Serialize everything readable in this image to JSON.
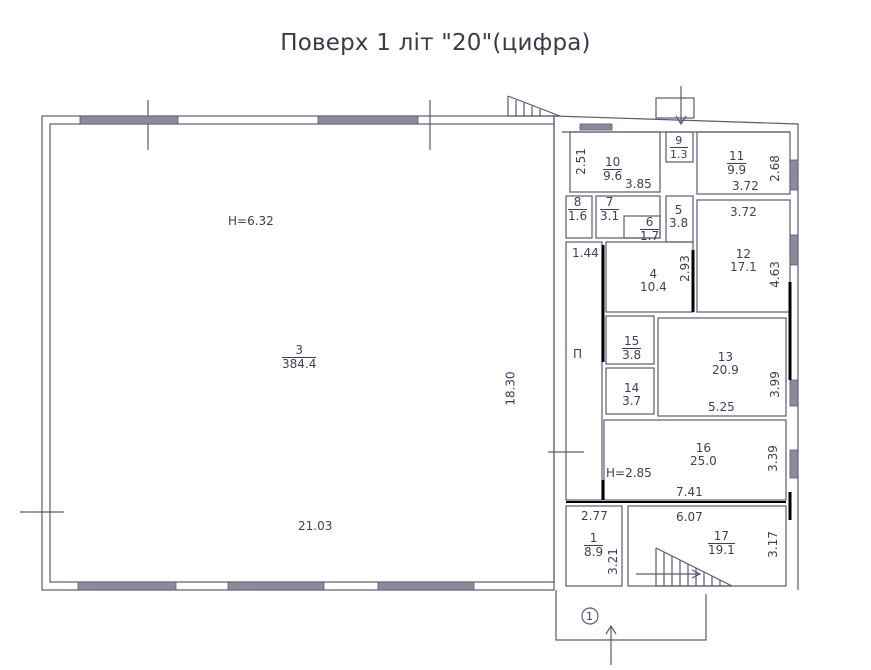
{
  "title": "Поверх 1 літ \"20\"(цифра)",
  "colors": {
    "line": "#5a5a7a",
    "bold_wall": "#000000",
    "text": "#3e3e5a",
    "window": "#6e6e80"
  },
  "main_hall": {
    "number": "3",
    "area": "384.4",
    "height": "Н=6.32",
    "width": "21.03",
    "length": "18.30"
  },
  "rooms": [
    {
      "number": "1",
      "area": "8.9",
      "dims": [
        "2.77",
        "3.21"
      ]
    },
    {
      "number": "4",
      "area": "10.4",
      "dims": [
        "2.93"
      ]
    },
    {
      "number": "5",
      "area": "3.8",
      "dims": []
    },
    {
      "number": "6",
      "area": "1.7",
      "dims": []
    },
    {
      "number": "7",
      "area": "3.1",
      "dims": []
    },
    {
      "number": "8",
      "area": "1.6",
      "dims": []
    },
    {
      "number": "9",
      "area": "1.3",
      "dims": []
    },
    {
      "number": "10",
      "area": "9.6",
      "dims": [
        "2.51",
        "3.85"
      ]
    },
    {
      "number": "11",
      "area": "9.9",
      "dims": [
        "3.72",
        "2.68"
      ]
    },
    {
      "number": "12",
      "area": "17.1",
      "dims": [
        "3.72",
        "4.63"
      ]
    },
    {
      "number": "13",
      "area": "20.9",
      "dims": [
        "5.25",
        "3.99"
      ]
    },
    {
      "number": "14",
      "area": "3.7",
      "dims": []
    },
    {
      "number": "15",
      "area": "3.8",
      "dims": []
    },
    {
      "number": "16",
      "area": "25.0",
      "dims": [
        "7.41",
        "3.39"
      ],
      "height": "Н=2.85"
    },
    {
      "number": "17",
      "area": "19.1",
      "dims": [
        "6.07",
        "3.17"
      ]
    }
  ],
  "corridor": {
    "label": "П",
    "width": "1.44"
  },
  "entrance_marker": "1"
}
